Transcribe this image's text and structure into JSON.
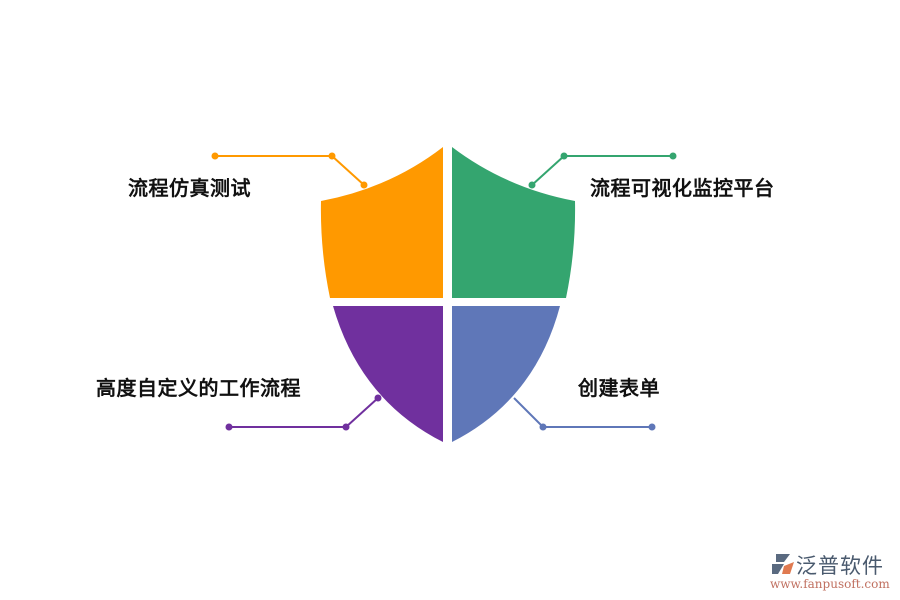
{
  "diagram": {
    "type": "shield-quadrant",
    "quadrants": [
      {
        "id": "top-left",
        "label": "流程仿真测试",
        "color": "#FF9900"
      },
      {
        "id": "top-right",
        "label": "流程可视化监控平台",
        "color": "#34A56F"
      },
      {
        "id": "bottom-left",
        "label": "高度自定义的工作流程",
        "color": "#70309E"
      },
      {
        "id": "bottom-right",
        "label": "创建表单",
        "color": "#5F77B8"
      }
    ]
  },
  "labels": {
    "top_left": "流程仿真测试",
    "top_right": "流程可视化监控平台",
    "bottom_left": "高度自定义的工作流程",
    "bottom_right": "创建表单"
  },
  "logo": {
    "name": "泛普软件",
    "url": "www.fanpusoft.com"
  }
}
